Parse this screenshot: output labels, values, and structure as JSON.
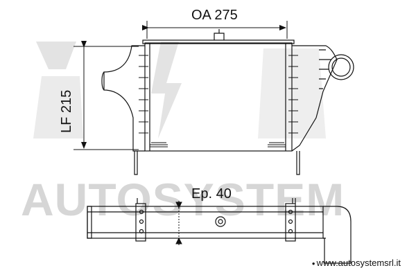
{
  "watermark": {
    "brand": "AUTOSYSTEM"
  },
  "dimensions": {
    "width_label": "OA 275",
    "height_label": "LF 215",
    "thickness_label": "Ep. 40"
  },
  "footer": {
    "url": "www.autosystemsrl.it"
  },
  "colors": {
    "line": "#111111",
    "watermark": "#d6d6d6"
  }
}
